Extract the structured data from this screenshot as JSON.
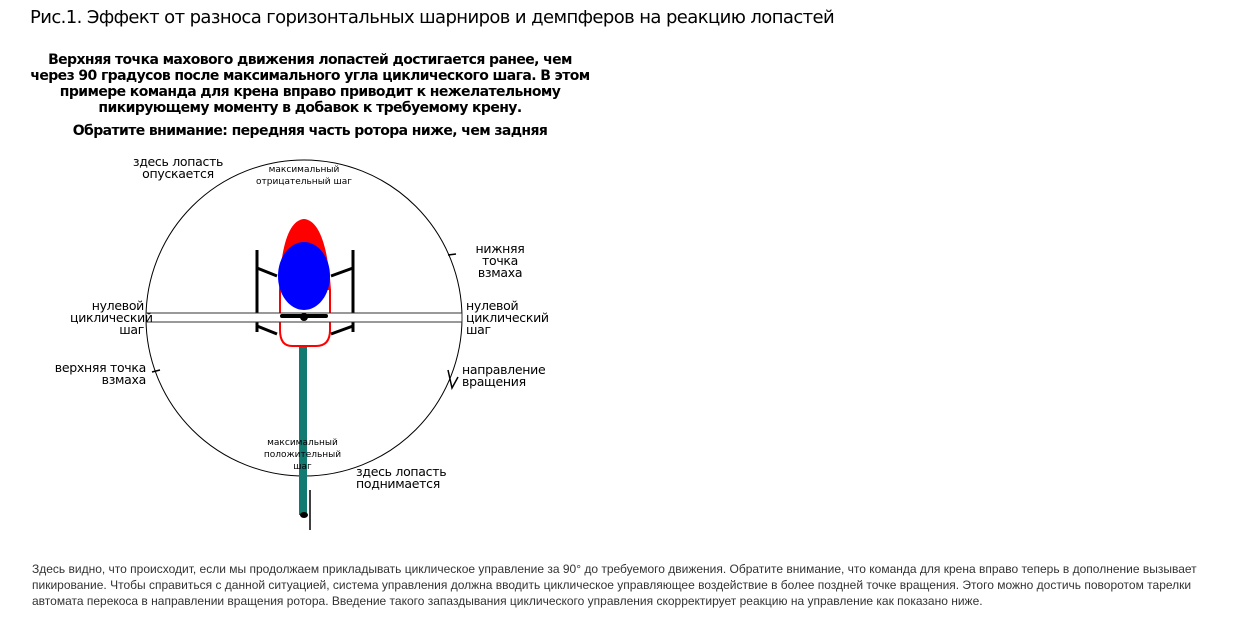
{
  "title": "Рис.1. Эффект от разноса горизонтальных шарниров и демпферов на реакцию лопастей",
  "subtitle": "Верхняя точка махового движения лопастей достигается ранее, чем через 90 градусов после максимального угла циклического шага. В этом примере команда для крена вправо приводит к нежелательному пикирующему моменту в добавок  к требуемому крену.",
  "note": "Обратите внимание: передняя часть ротора ниже, чем задняя",
  "labels": {
    "blade_down": "здесь лопасть опускается",
    "max_negative": "максимальный отрицательный шаг",
    "lower_flap": "нижняя точка взмаха",
    "zero_left": "нулевой циклический шаг",
    "zero_right": "нулевой циклический шаг",
    "upper_flap": "верхняя точка взмаха",
    "rotation": "направление вращения",
    "max_positive": "максимальный положительный шаг",
    "blade_up": "здесь лопасть поднимается"
  },
  "paragraph": "Здесь видно, что происходит, если мы продолжаем прикладывать циклическое управление за 90° до требуемого движения. Обратите внимание, что команда для крена вправо теперь в дополнение вызывает пикирование. Чтобы справиться с данной ситуацией, система управления должна вводить циклическое управляющее воздействие в более поздней точке вращения. Этого можно достичь поворотом тарелки автомата перекоса в направлении вращения ротора. Введение такого запаздывания циклического управления скорректирует реакцию на управление как показано ниже.",
  "colors": {
    "canopy": "#ff0000",
    "cabin": "#0000ff",
    "tail": "#137a72"
  }
}
